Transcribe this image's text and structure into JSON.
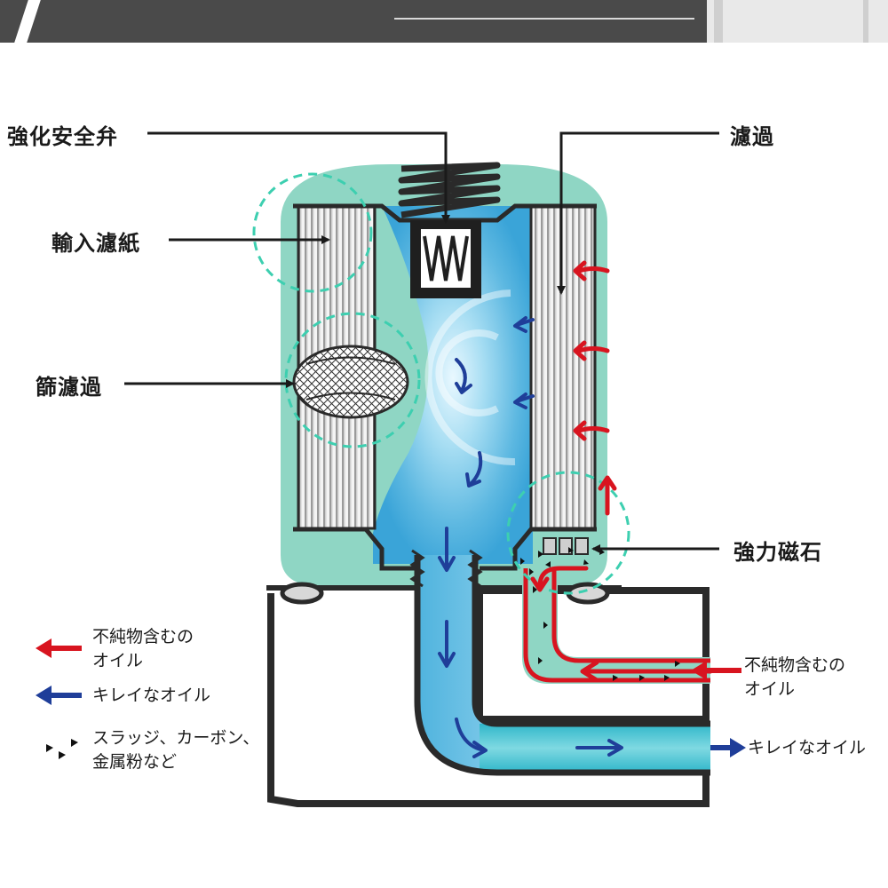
{
  "labels": {
    "relief_valve": "強化安全弁",
    "filtration": "濾過",
    "inlet_filter_paper": "輸入濾紙",
    "sieve_filtration": "篩濾過",
    "strong_magnet": "強力磁石"
  },
  "flow_labels": {
    "dirty_oil_in_line1": "不純物含むの",
    "dirty_oil_in_line2": "オイル",
    "clean_oil_out": "キレイなオイル"
  },
  "legend": {
    "dirty_oil_line1": "不純物含むの",
    "dirty_oil_line2": "オイル",
    "clean_oil": "キレイなオイル",
    "contaminants_line1": "スラッジ、カーボン、",
    "contaminants_line2": "金属粉など"
  },
  "colors": {
    "dirty_oil": "#d8141f",
    "clean_oil": "#1f3e99",
    "body": "#8fd6c4",
    "oil_blue": "#6ec4e6",
    "outline": "#2a2a2a",
    "header": "#4a4a4a"
  }
}
